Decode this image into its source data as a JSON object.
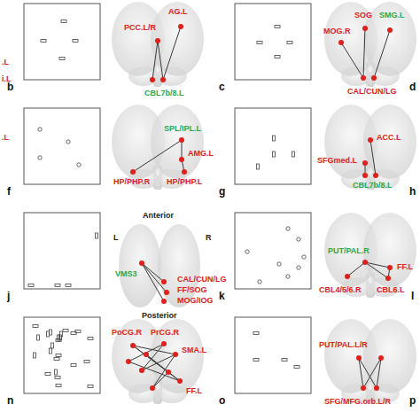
{
  "diagram": {
    "labels": [
      ".L",
      "i.L",
      "b",
      "AG.L",
      "PCC.L/R",
      "CBL7b/8.L",
      "c",
      "SOG",
      "SMG.L",
      "MOG.R",
      "CAL/CUN/LG",
      "d",
      ".L",
      "f",
      "SPL/IPL.L",
      "AMG.L",
      "HP/PHP.R",
      "HP/PHP.L",
      "g",
      "ACC.L",
      "SFGmed.L",
      "CBL7b/8.L",
      "h",
      "Anterior",
      "L",
      "R",
      "j",
      "VMS3",
      "CAL/CUN/LG",
      "FF/SOG",
      "MOG/IOG",
      "Posterior",
      "k",
      "PUT/PAL.R",
      "FF.L",
      "CBL4/5/6.R",
      "CBL6.L",
      "l",
      "n",
      "PoCG.R",
      "PrCG.R",
      "SMA.L",
      "FF.L",
      "o",
      "PUT/PAL.L/R",
      "SFG/MFG.orb.L/R",
      "p"
    ]
  }
}
